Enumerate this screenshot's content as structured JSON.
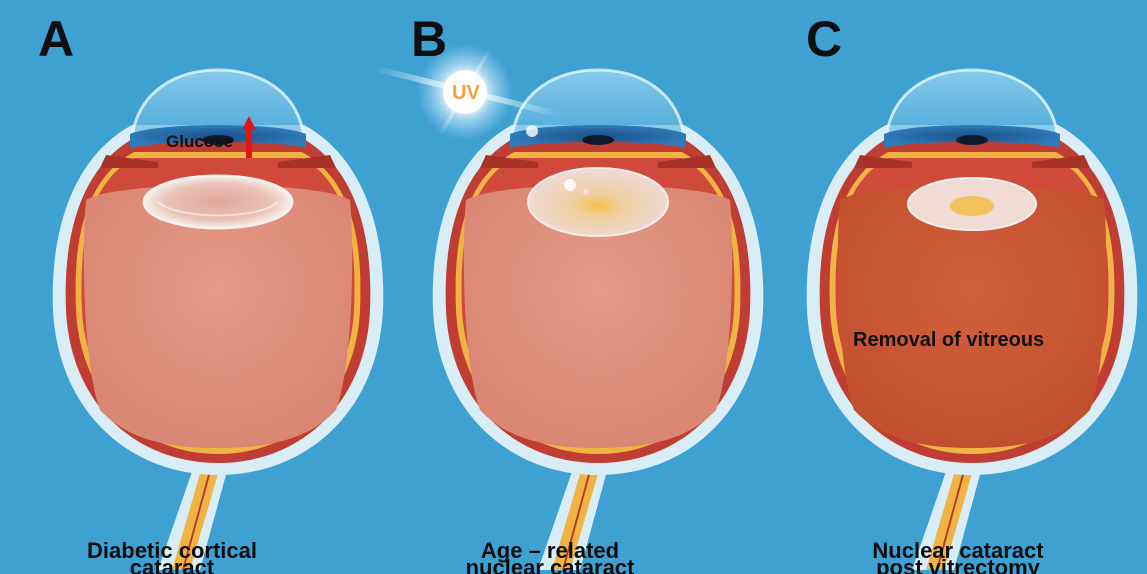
{
  "panels": [
    {
      "letter": "A",
      "caption_line1": "Diabetic cortical",
      "caption_line2": "cataract",
      "annotation": "Glucose"
    },
    {
      "letter": "B",
      "caption_line1": "Age – related",
      "caption_line2": "nuclear cataract",
      "annotation": "UV"
    },
    {
      "letter": "C",
      "caption_line1": "Nuclear cataract",
      "caption_line2": "post vitrectomy",
      "annotation": "Removal of vitreous"
    }
  ],
  "colors": {
    "background": "#3fa0d2",
    "sclera": "#d9edf6",
    "choroid": "#c03d33",
    "retina": "#f0b445",
    "vitreous": "#e0907e",
    "vitreous_removed": "#cc5735",
    "arrow": "#e01515",
    "uv_text": "#f5a040"
  }
}
